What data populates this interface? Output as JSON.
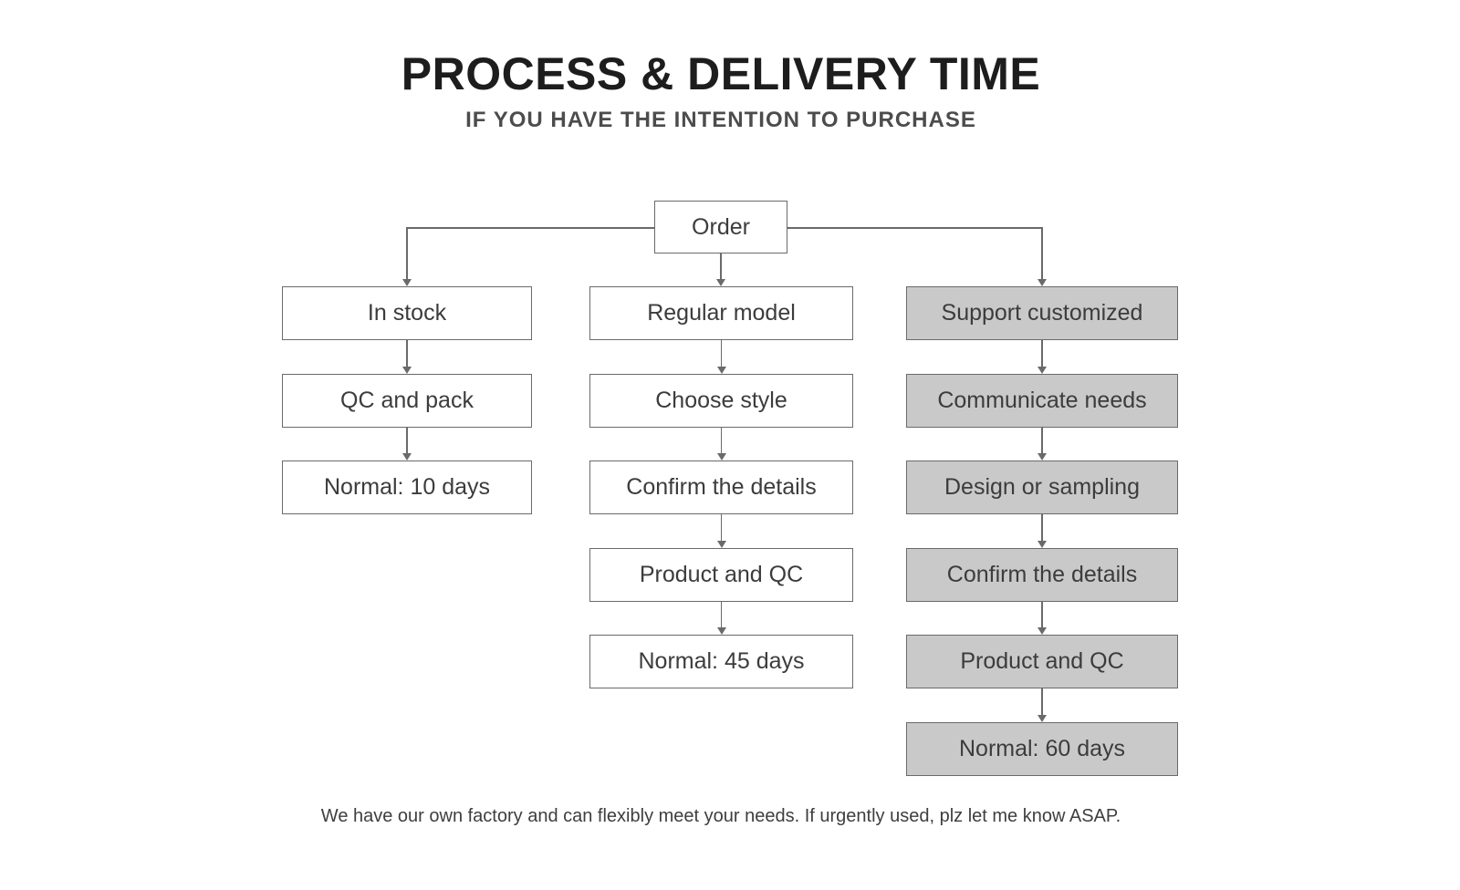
{
  "header": {
    "title": "PROCESS & DELIVERY TIME",
    "subtitle": "IF YOU HAVE THE INTENTION TO PURCHASE"
  },
  "flowchart": {
    "root": {
      "label": "Order"
    },
    "branches": [
      {
        "name": "in-stock",
        "variant": "white",
        "steps": [
          "In stock",
          "QC and pack",
          "Normal: 10 days"
        ]
      },
      {
        "name": "regular-model",
        "variant": "white",
        "steps": [
          "Regular model",
          "Choose style",
          "Confirm the details",
          "Product and QC",
          "Normal: 45 days"
        ]
      },
      {
        "name": "support-customized",
        "variant": "gray",
        "steps": [
          "Support customized",
          "Communicate needs",
          "Design or sampling",
          "Confirm the details",
          "Product and QC",
          "Normal: 60 days"
        ]
      }
    ],
    "colors": {
      "line": "#6a6a6a",
      "box_border": "#6a6a6a",
      "box_fill_white": "#ffffff",
      "box_fill_gray": "#c9c9c9",
      "box_text": "#3c3c3c",
      "title_text": "#1d1d1d",
      "subtitle_text": "#4c4c4c",
      "note_text": "#3e3e3e"
    }
  },
  "footer": {
    "note": "We have our own factory and can flexibly meet your needs. If urgently used, plz let me know ASAP."
  }
}
